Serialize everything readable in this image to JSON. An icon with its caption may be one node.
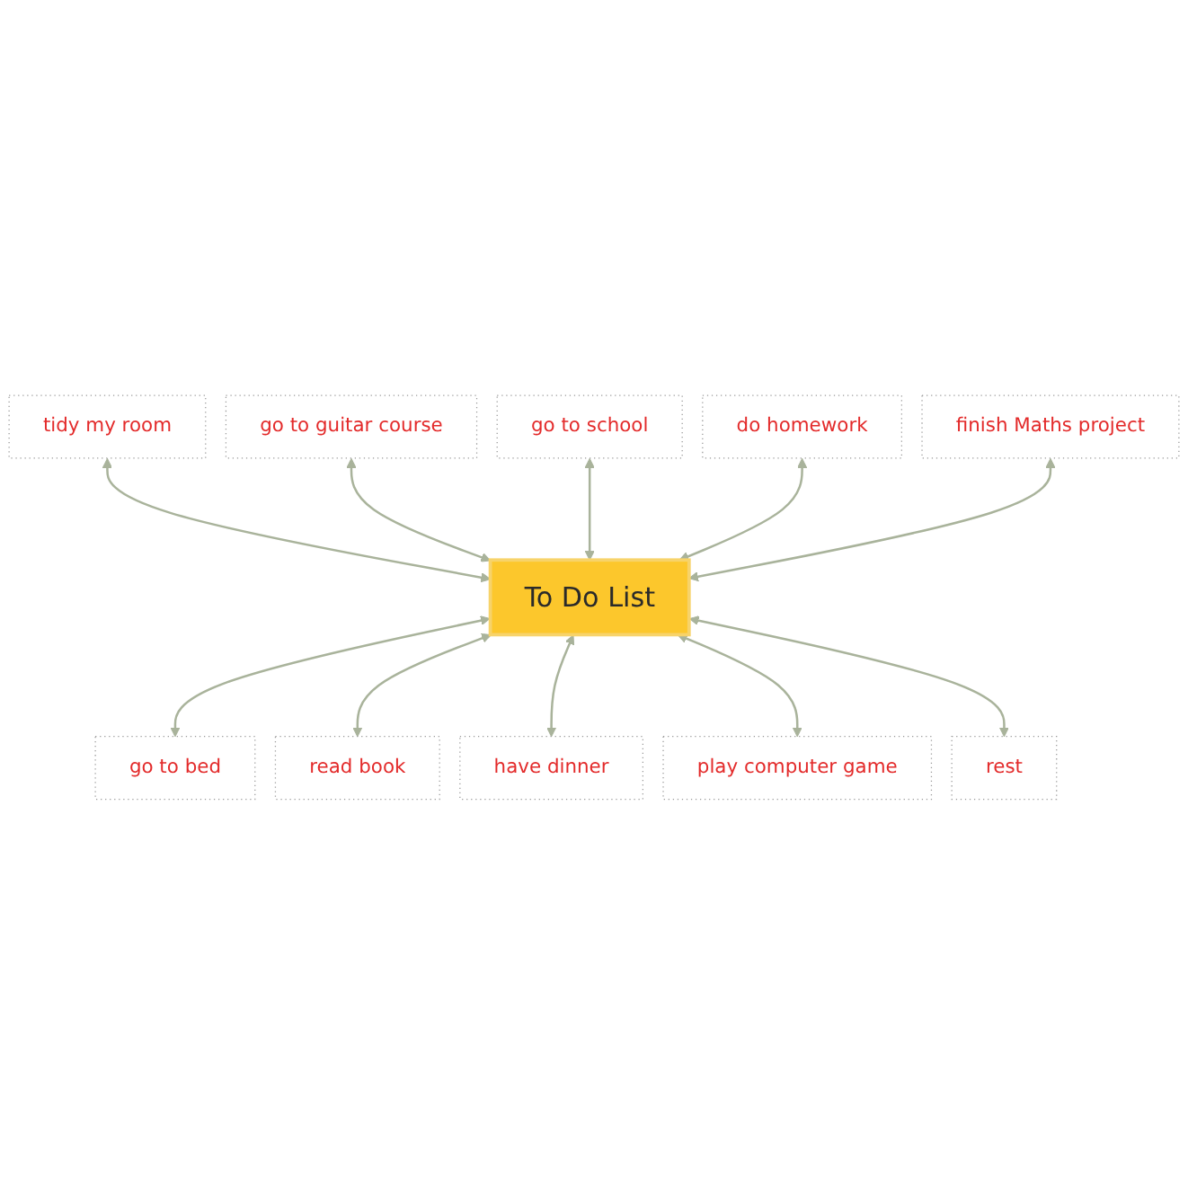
{
  "diagram": {
    "nodes": [
      {
        "text": [
          "tidy my room"
        ]
      },
      {
        "text": [
          "go to guitar course"
        ]
      },
      {
        "text": [
          "go to school"
        ]
      },
      {
        "text": [
          "do homework"
        ]
      },
      {
        "text": [
          "finish Maths project"
        ]
      },
      {
        "text": [
          "To Do List"
        ]
      },
      {
        "text": [
          "go to bed"
        ]
      },
      {
        "text": [
          "read book"
        ]
      },
      {
        "text": [
          "have dinner"
        ]
      },
      {
        "text": [
          "play computer game"
        ]
      },
      {
        "text": [
          "rest"
        ]
      }
    ],
    "edges": [
      {
        "from": 0,
        "to": 5,
        "arrow": "both"
      },
      {
        "from": 1,
        "to": 5,
        "arrow": "both"
      },
      {
        "from": 2,
        "to": 5,
        "arrow": "both"
      },
      {
        "from": 3,
        "to": 5,
        "arrow": "both"
      },
      {
        "from": 4,
        "to": 5,
        "arrow": "both"
      },
      {
        "from": 5,
        "to": 6,
        "arrow": "both"
      },
      {
        "from": 5,
        "to": 7,
        "arrow": "both"
      },
      {
        "from": 5,
        "to": 8,
        "arrow": "both"
      },
      {
        "from": 5,
        "to": 9,
        "arrow": "both"
      },
      {
        "from": 5,
        "to": 10,
        "arrow": "both"
      }
    ]
  }
}
